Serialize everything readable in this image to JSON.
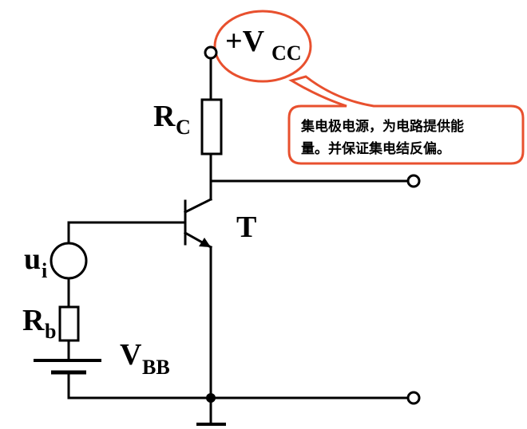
{
  "labels": {
    "vcc_main": "+V",
    "vcc_sub": "CC",
    "rc_main": "R",
    "rc_sub": "C",
    "transistor": "T",
    "ui_main": "u",
    "ui_sub": "i",
    "rb_main": "R",
    "rb_sub": "b",
    "vbb_main": "V",
    "vbb_sub": "BB"
  },
  "callout": {
    "line1": "集电极电源，为电路提供能",
    "line2": "量。并保证集电结反偏。"
  },
  "colors": {
    "callout_border": "#e8502e",
    "wire": "#000000"
  }
}
